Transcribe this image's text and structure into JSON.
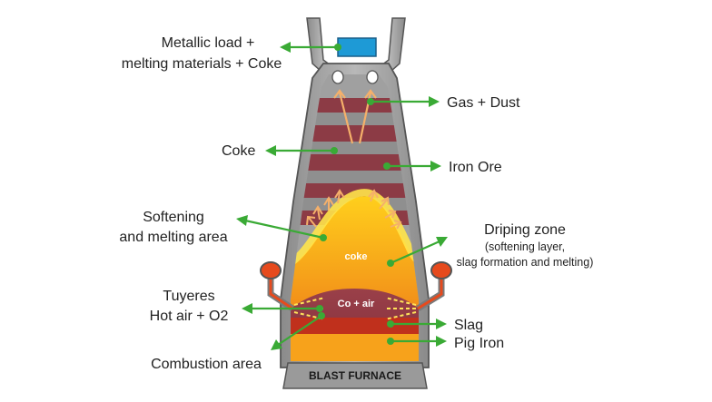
{
  "labels": {
    "metallic_load_1": "Metallic load +",
    "metallic_load_2": "melting materials + Coke",
    "gas_dust": "Gas + Dust",
    "coke": "Coke",
    "iron_ore": "Iron Ore",
    "softening_1": "Softening",
    "softening_2": "and melting area",
    "driping_1": "Driping zone",
    "driping_2": "(softening layer,",
    "driping_3": "slag formation and melting)",
    "tuyeres_1": "Tuyeres",
    "tuyeres_2": "Hot air + O2",
    "slag": "Slag",
    "pig_iron": "Pig Iron",
    "combustion": "Combustion area",
    "inner_coke": "coke",
    "inner_co_air": "Co + air",
    "base": "BLAST FURNACE"
  },
  "colors": {
    "arrow": "#3aaa35",
    "shell": "#9a9a9a",
    "coke_band": "#8c3b45",
    "ore_band": "#8a8a8a",
    "melt_orange": "#f08a1c",
    "melt_yellow": "#ffd21a",
    "slag": "#c0301c",
    "pig_iron": "#f7a21b",
    "hopper": "#1e9ad6"
  }
}
